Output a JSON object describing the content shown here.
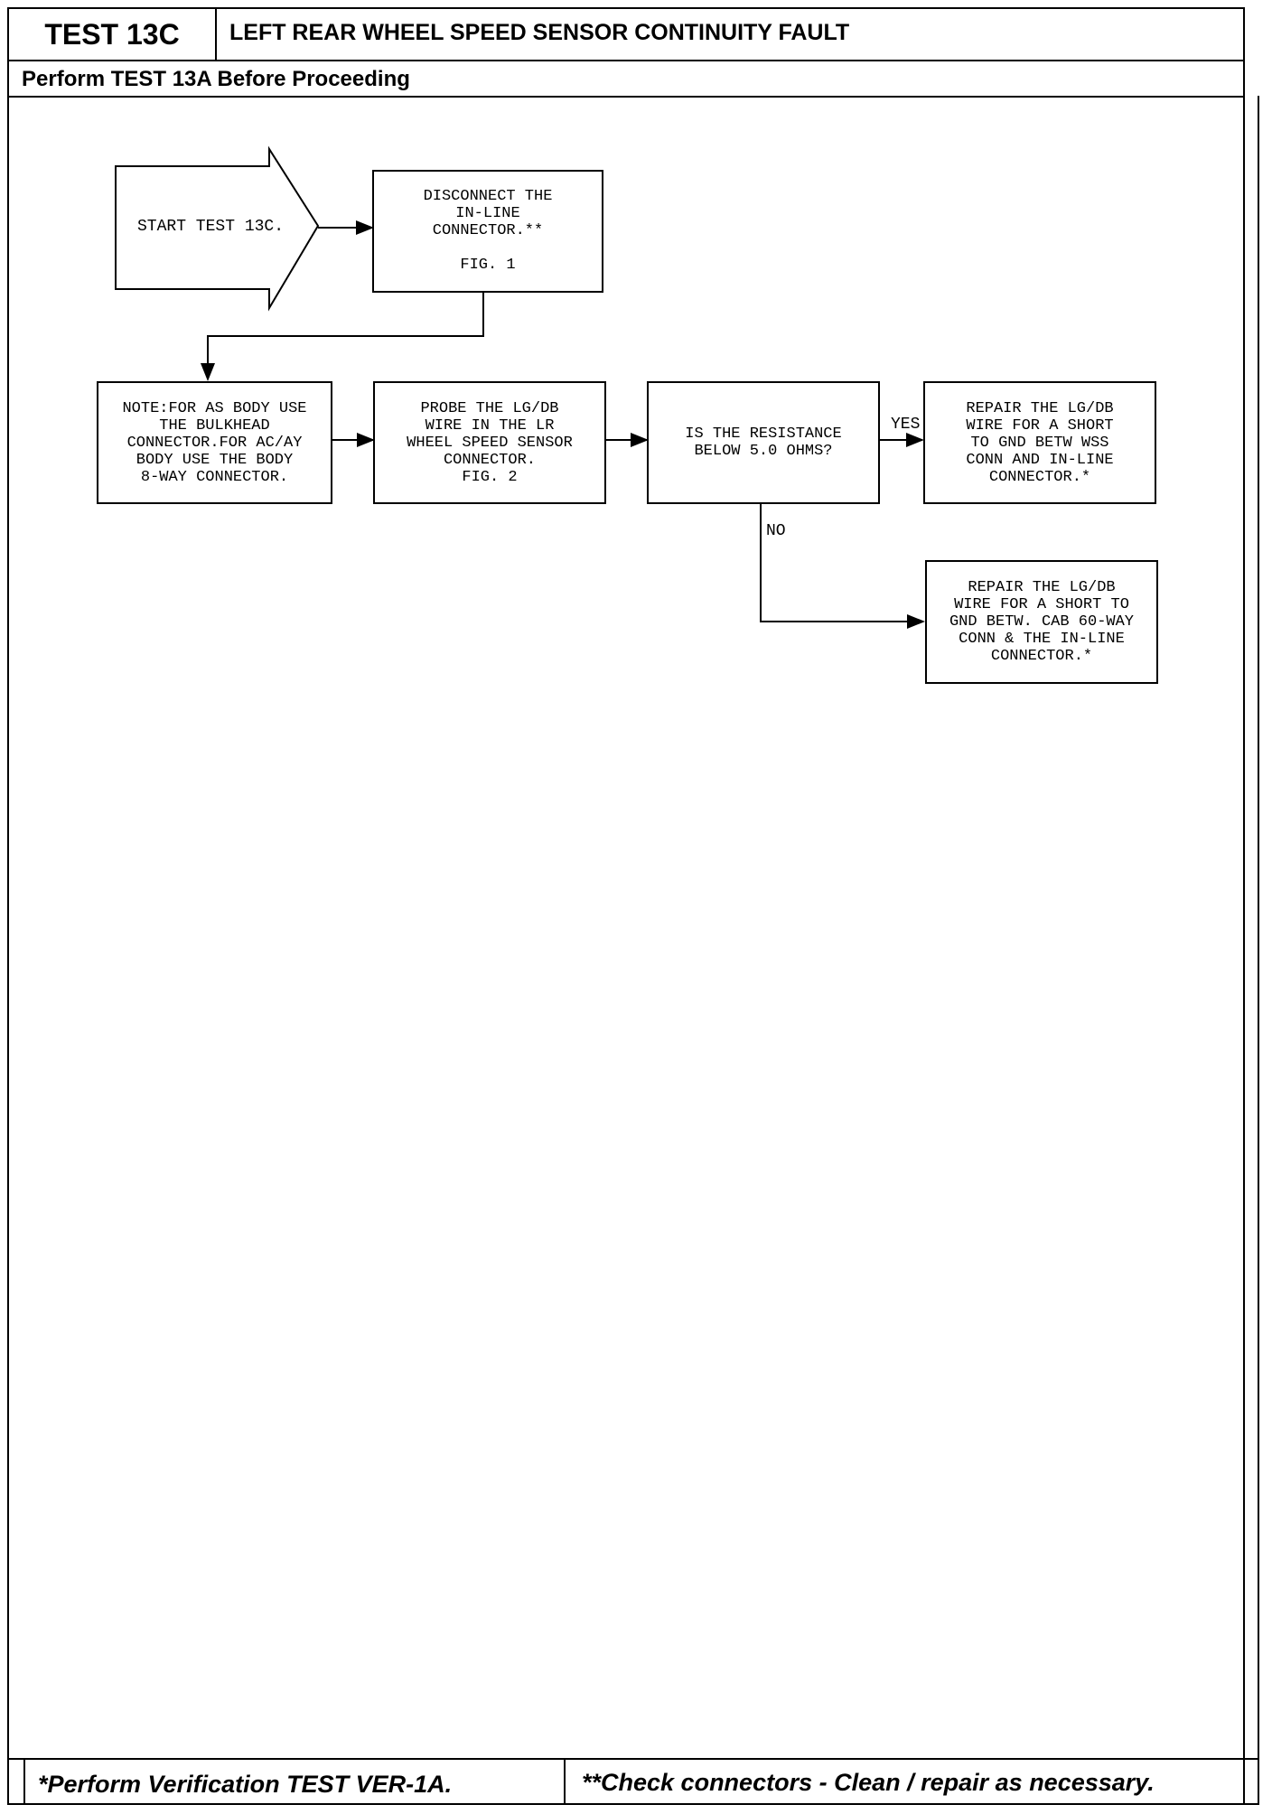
{
  "header": {
    "test_id": "TEST 13C",
    "title": "LEFT REAR WHEEL SPEED SENSOR CONTINUITY FAULT",
    "prerequisite": "Perform TEST 13A Before Proceeding"
  },
  "flowchart": {
    "start": "START TEST 13C.",
    "step_disconnect": "DISCONNECT THE\nIN-LINE\nCONNECTOR.**\n\nFIG. 1",
    "note": "NOTE:FOR AS BODY USE\nTHE BULKHEAD\nCONNECTOR.FOR AC/AY\nBODY USE THE BODY\n8-WAY CONNECTOR.",
    "step_probe": "PROBE THE LG/DB\nWIRE IN THE LR\nWHEEL SPEED SENSOR\nCONNECTOR.\nFIG. 2",
    "decision": "IS THE RESISTANCE\nBELOW 5.0 OHMS?",
    "yes_label": "YES",
    "no_label": "NO",
    "repair_yes": "REPAIR THE LG/DB\nWIRE FOR A SHORT\nTO GND BETW WSS\nCONN AND IN-LINE\nCONNECTOR.*",
    "repair_no": "REPAIR THE LG/DB\nWIRE FOR A SHORT TO\nGND BETW. CAB 60-WAY\nCONN & THE IN-LINE\nCONNECTOR.*"
  },
  "footer": {
    "left_note": "*Perform Verification TEST VER-1A.",
    "right_note": "**Check connectors - Clean / repair as necessary."
  }
}
